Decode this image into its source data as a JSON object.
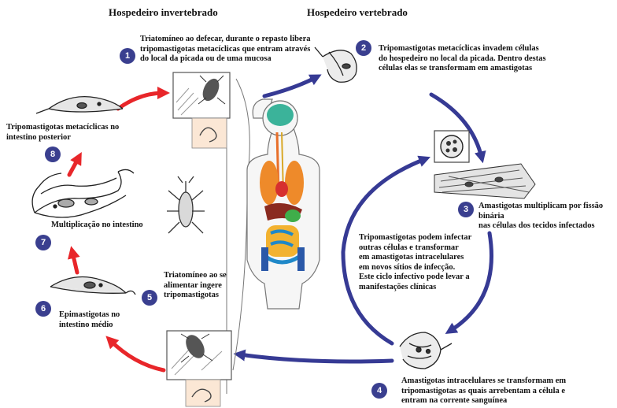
{
  "headers": {
    "invertebrate": "Hospedeiro invertebrado",
    "vertebrate": "Hospedeiro vertebrado"
  },
  "colors": {
    "red_arrow": "#e8262a",
    "blue_arrow": "#363a94",
    "badge": "#3a3f8f"
  },
  "steps": [
    {
      "number": "1",
      "text": "Triatomíneo ao defecar, durante o repasto libera\ntripomastigotas metacíclicas que entram através\ndo local da picada ou de uma mucosa"
    },
    {
      "number": "2",
      "text": "Tripomastigotas metacíclicas invadem células\ndo hospedeiro no local da picada. Dentro destas\ncélulas elas se transformam em amastigotas"
    },
    {
      "number": "3",
      "text": "Amastigotas multiplicam por fissão binária\nnas células dos tecidos infectados"
    },
    {
      "number": "4",
      "text": "Amastigotas intracelulares se transformam em\ntripomastigotas as quais arrebentam a célula e\nentram na corrente sanguínea"
    },
    {
      "number": "5",
      "text": "Triatomíneo ao se\nalimentar ingere\ntripomastigotas"
    },
    {
      "number": "6",
      "text": "Epimastigotas no\nintestino médio"
    },
    {
      "number": "7",
      "text": "Multiplicação no intestino"
    },
    {
      "number": "8",
      "text": "Tripomastigotas metacíclicas no\nintestino posterior"
    }
  ],
  "center_note": "Tripomastigotas podem infectar\noutras células e transformar\nem amastigotas intracelulares\nem novos sítios de infecção.\nEste ciclo infectivo pode levar a\nmanifestações clínicas"
}
